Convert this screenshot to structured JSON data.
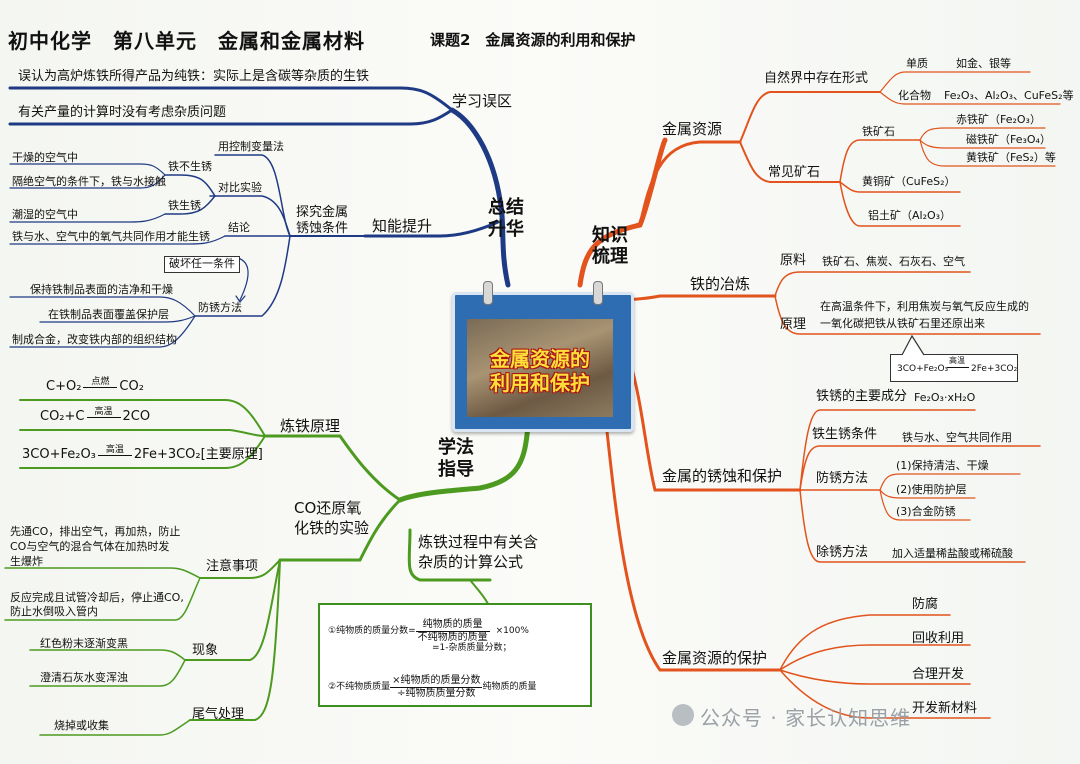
{
  "header": {
    "title": "初中化学　第八单元　金属和金属材料",
    "subtitle": "课题2　金属资源的利用和保护"
  },
  "center": {
    "label_line1": "金属资源的",
    "label_line2": "利用和保护"
  },
  "colors": {
    "blue": "#1f3a84",
    "orange": "#e2531d",
    "green": "#4c9a1f",
    "formula_border": "#3e8f1f"
  },
  "summary": {
    "label_1": "总结",
    "label_2": "升华",
    "misconceptions": {
      "label": "学习误区",
      "items": [
        "误认为高炉炼铁所得产品为纯铁：实际上是含碳等杂质的生铁",
        "有关产量的计算时没有考虑杂质问题"
      ]
    },
    "skills": {
      "label": "知能提升",
      "explore": {
        "label": "探究金属锈蚀条件",
        "label_l1": "探究金属",
        "label_l2": "锈蚀条件",
        "control": "用控制变量法",
        "compare": "对比实验",
        "no_rust": "铁不生锈",
        "dry_air": "干燥的空气中",
        "isolated": "隔绝空气的条件下，铁与水接触",
        "rust": "铁生锈",
        "humid_air": "潮湿的空气中",
        "conclusion": "结论",
        "conclusion_text": "铁与水、空气中的氧气共同作用才能生锈",
        "break_one": "破坏任一条件",
        "prevent": "防锈方法",
        "prevent_items": [
          "保持铁制品表面的洁净和干燥",
          "在铁制品表面覆盖保护层",
          "制成合金，改变铁内部的组织结构"
        ]
      }
    }
  },
  "knowledge": {
    "label_1": "知识",
    "label_2": "梳理",
    "resources": {
      "label": "金属资源",
      "nature": "自然界中存在形式",
      "element": "单质",
      "element_ex": "如金、银等",
      "compound": "化合物",
      "compound_ex": "Fe₂O₃、Al₂O₃、CuFeS₂等",
      "ores": "常见矿石",
      "iron_ore": "铁矿石",
      "hematite": "赤铁矿（Fe₂O₃）",
      "magnetite": "磁铁矿（Fe₃O₄）",
      "pyrite": "黄铁矿（FeS₂）等",
      "chalcopyrite": "黄铜矿（CuFeS₂）",
      "bauxite": "铝土矿（Al₂O₃）"
    },
    "smelting": {
      "label": "铁的冶炼",
      "materials_label": "原料",
      "materials": "铁矿石、焦炭、石灰石、空气",
      "principle_label": "原理",
      "principle_l1": "在高温条件下，利用焦炭与氧气反应生成的",
      "principle_l2": "一氧化碳把铁从铁矿石里还原出来",
      "equation_left": "3CO+Fe₂O₃",
      "equation_cond": "高温",
      "equation_right": "2Fe+3CO₂"
    },
    "corrosion": {
      "label": "金属的锈蚀和保护",
      "rust_main": "铁锈的主要成分",
      "rust_formula": "Fe₂O₃·xH₂O",
      "conditions": "铁生锈条件",
      "conditions_text": "铁与水、空气共同作用",
      "prevent": "防锈方法",
      "prevent_items": [
        "(1)保持清洁、干燥",
        "(2)使用防护层",
        "(3)合金防锈"
      ],
      "remove": "除锈方法",
      "remove_text": "加入适量稀盐酸或稀硫酸"
    },
    "protection": {
      "label": "金属资源的保护",
      "items": [
        "防腐",
        "回收利用",
        "合理开发",
        "开发新材料"
      ]
    }
  },
  "method": {
    "label_1": "学法",
    "label_2": "指导",
    "principle": {
      "label": "炼铁原理",
      "eq1_left": "C+O₂",
      "eq1_cond": "点燃",
      "eq1_right": "CO₂",
      "eq2_left": "CO₂+C",
      "eq2_cond": "高温",
      "eq2_right": "2CO",
      "eq3_left": "3CO+Fe₂O₃",
      "eq3_cond": "高温",
      "eq3_right": "2Fe+3CO₂[主要原理]"
    },
    "experiment": {
      "label_l1": "CO还原氧",
      "label_l2": "化铁的实验",
      "notes": "注意事项",
      "note1_l1": "先通CO，排出空气，再加热，防止",
      "note1_l2": "CO与空气的混合气体在加热时发",
      "note1_l3": "生爆炸",
      "note2_l1": "反应完成且试管冷却后，停止通CO,",
      "note2_l2": "防止水倒吸入管内",
      "phenomena": "现象",
      "phen1": "红色粉末逐渐变黑",
      "phen2": "澄清石灰水变浑浊",
      "tail": "尾气处理",
      "tail_text": "烧掉或收集"
    },
    "impurity": {
      "label_l1": "炼铁过程中有关含",
      "label_l2": "杂质的计算公式",
      "f1_prefix": "①纯物质的质量分数=",
      "f1_num": "纯物质的质量",
      "f1_den": "不纯物质的质量",
      "f1_suffix": "×100%",
      "f1_line2": "=1-杂质质量分数；",
      "f2_prefix": "②不纯物质质量",
      "f2_top": "×纯物质的质量分数",
      "f2_bottom": "÷纯物质质量分数",
      "f2_suffix": "纯物质的质量"
    }
  },
  "watermark": "公众号 · 家长认知思维"
}
